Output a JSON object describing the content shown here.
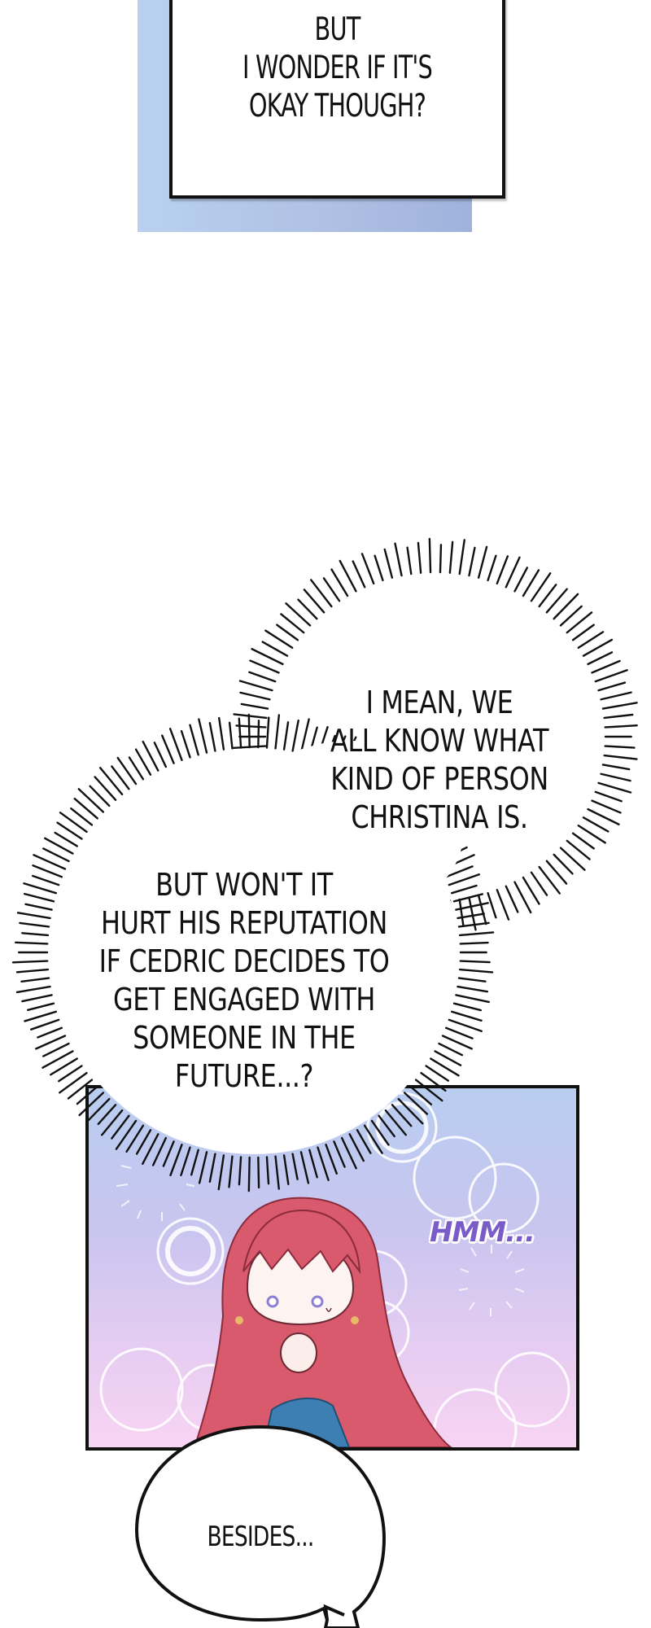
{
  "narration_box": {
    "lines": [
      "BUT",
      "I WONDER IF IT'S",
      "OKAY THOUGH?"
    ],
    "backdrop_color": "#b3c9ec"
  },
  "thought_cloud_upper": {
    "lines": [
      "I MEAN, WE",
      "ALL KNOW WHAT",
      "KIND OF PERSON",
      "CHRISTINA IS."
    ]
  },
  "thought_cloud_lower": {
    "lines": [
      "BUT WON'T IT",
      "HURT HIS REPUTATION",
      "IF CEDRIC DECIDES TO",
      "GET ENGAGED WITH",
      "SOMEONE IN THE",
      "FUTURE...?"
    ]
  },
  "panel": {
    "sound_effect": "HMM...",
    "sound_effect_color": "#7a5cc8",
    "character": "red-haired chibi girl resting chin on hand",
    "hair_color": "#d95a6c",
    "jacket_color": "#3d7fb2",
    "gradient_top": "#b8cdf0",
    "gradient_bottom": "#f8d4f3"
  },
  "speech_bubble": {
    "text": "BESIDES..."
  }
}
